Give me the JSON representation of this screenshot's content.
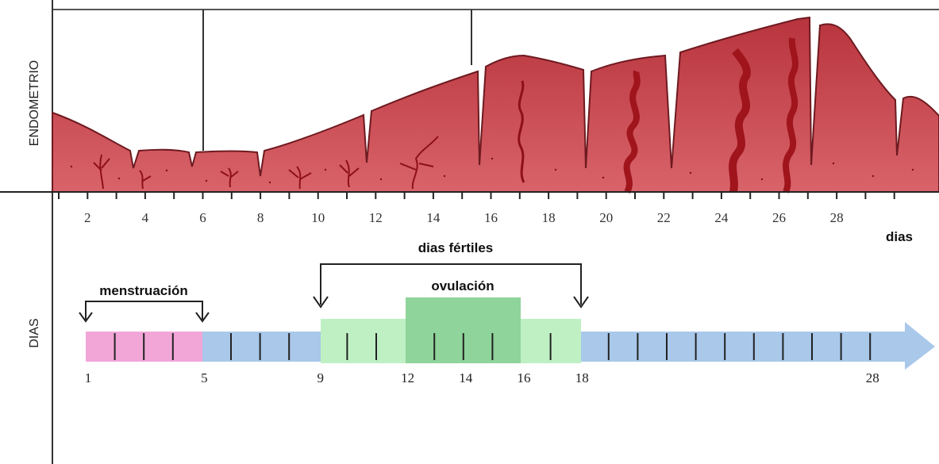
{
  "labels": {
    "endometrio": "ENDOMETRIO",
    "dias_side": "DIAS",
    "dias_axis_unit": "dias",
    "dias_fertiles": "dias fértiles",
    "ovulacion": "ovulación",
    "menstruacion": "menstruación"
  },
  "top_axis_ticks": [
    "2",
    "4",
    "6",
    "8",
    "10",
    "12",
    "14",
    "16",
    "18",
    "20",
    "22",
    "24",
    "26",
    "28"
  ],
  "bottom_scale_labels": [
    "1",
    "5",
    "9",
    "12",
    "14",
    "16",
    "18",
    "28"
  ],
  "colors": {
    "endometrium": "#c8464e",
    "endometrium_dark": "#9e1f28",
    "vessel": "#a0141c",
    "menstruation": "#f2a6d8",
    "baseline": "#a9c8ea",
    "fertile": "#bff0c4",
    "ovulation": "#8fd49a",
    "axis": "#222222"
  }
}
